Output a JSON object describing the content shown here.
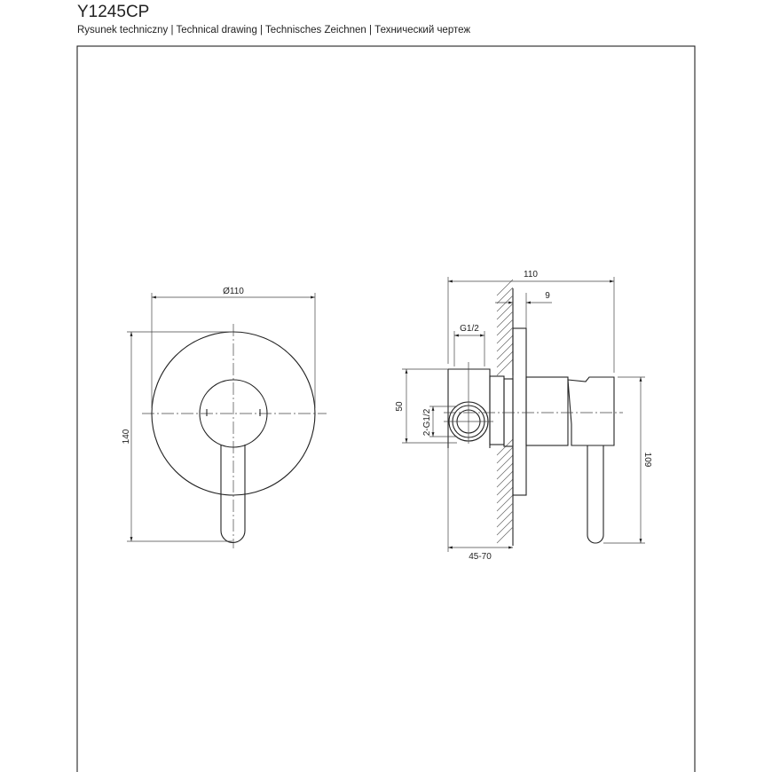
{
  "header": {
    "title": "Y1245CP",
    "subtitle": "Rysunek techniczny | Technical drawing | Technisches Zeichnen | Технический чертеж"
  },
  "front_view": {
    "diameter_label": "Ø110",
    "height_label": "140"
  },
  "side_view": {
    "depth_label": "110",
    "plate_label": "9",
    "inlet_label": "G1/2",
    "body_height_label": "50",
    "outlet_label": "2-G1/2",
    "handle_height_label": "109",
    "install_depth_label": "45-70"
  }
}
